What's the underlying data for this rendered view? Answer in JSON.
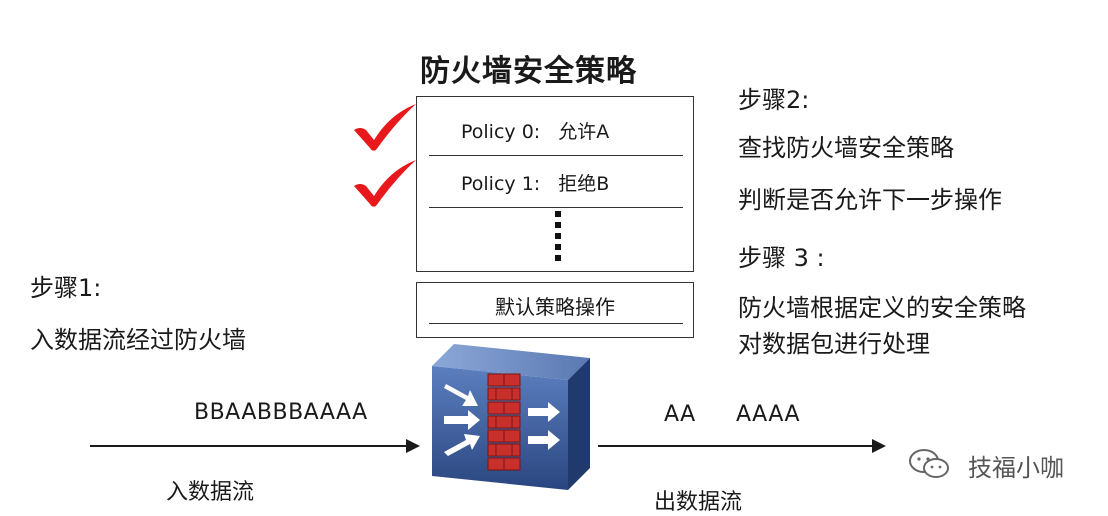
{
  "title": "防火墙安全策略",
  "policies": [
    {
      "label": "Policy 0:",
      "action": "允许A"
    },
    {
      "label": "Policy 1:",
      "action": "拒绝B"
    }
  ],
  "default_action": "默认策略操作",
  "step1": {
    "heading": "步骤1:",
    "desc": "入数据流经过防火墙"
  },
  "step2": {
    "heading": "步骤2:",
    "line1": "查找防火墙安全策略",
    "line2": "判断是否允许下一步操作"
  },
  "step3": {
    "heading": "步骤 3 :",
    "line1": "防火墙根据定义的安全策略",
    "line2": "对数据包进行处理"
  },
  "inbound": {
    "sequence": "BBAABBBAAAA",
    "label": "入数据流"
  },
  "outbound": {
    "seq1": "AA",
    "seq2": "AAAA",
    "label": "出数据流"
  },
  "watermark": "技福小咖",
  "colors": {
    "check": "#e8191c",
    "firewall_blue": "#3d5f9e",
    "brick": "#c9302c",
    "arrow": "#1a1a1a"
  },
  "icons": [
    "checkmark-icon",
    "firewall-icon",
    "wechat-icon"
  ]
}
